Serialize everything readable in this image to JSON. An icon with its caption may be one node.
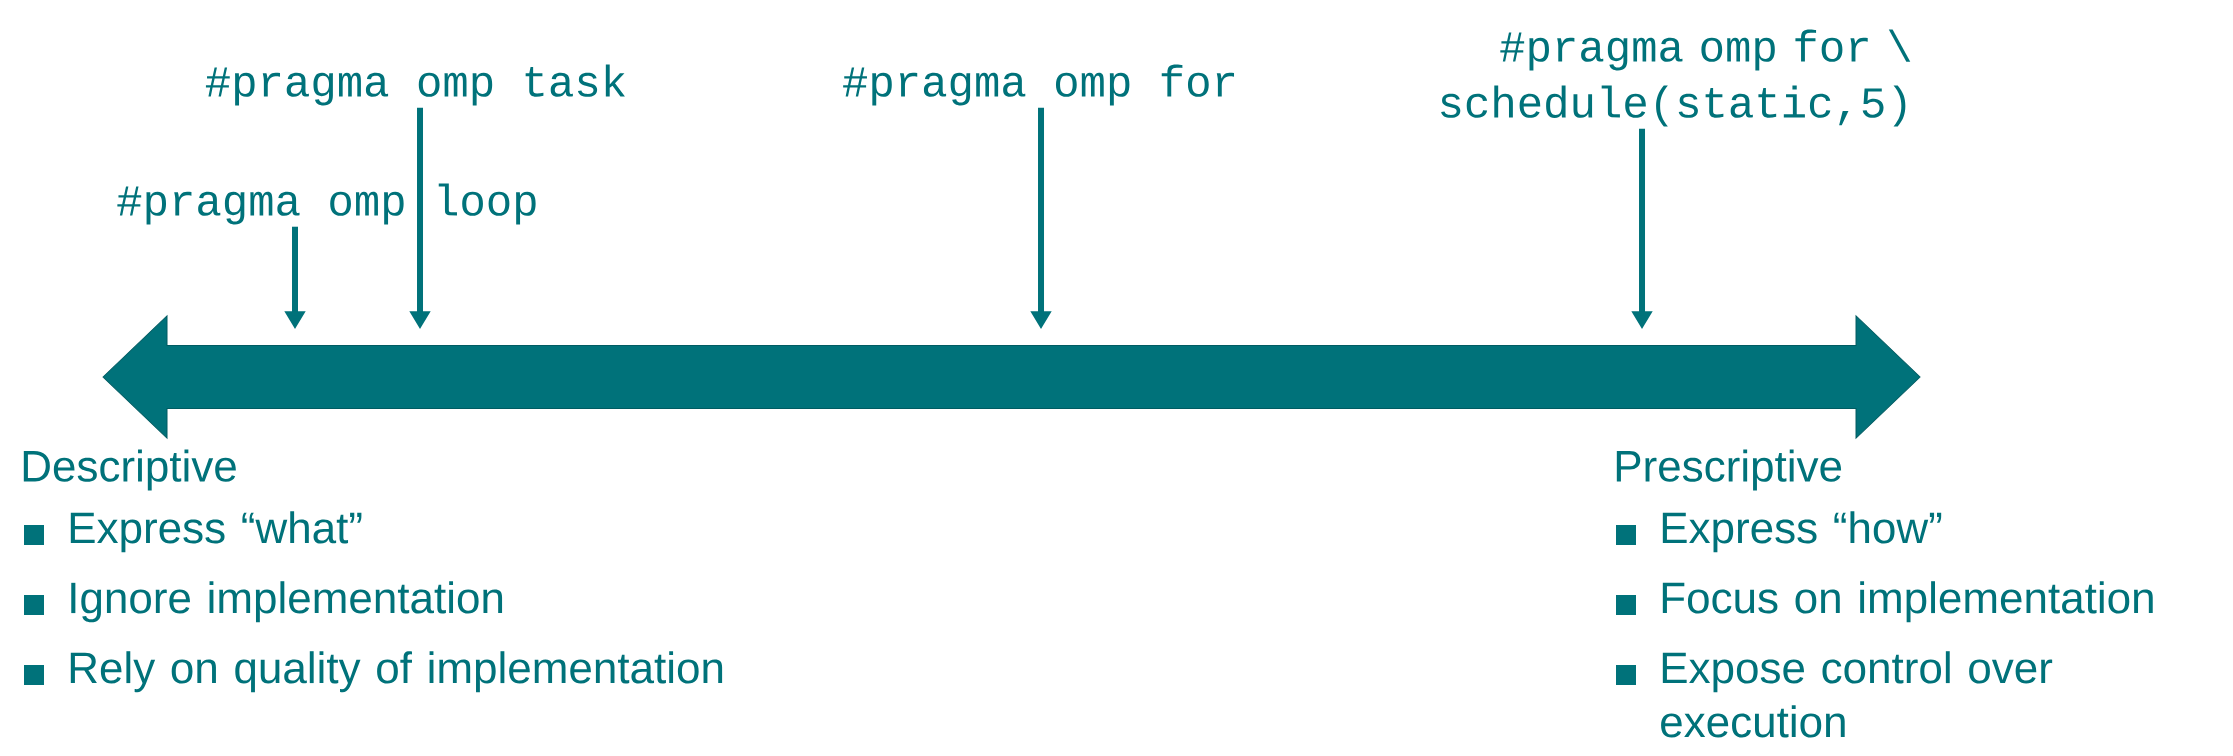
{
  "diagram": {
    "nodes": [
      {
        "text": [
          "#pragma omp task"
        ]
      },
      {
        "text": [
          "#pragma omp loop"
        ]
      },
      {
        "text": [
          "#pragma omp for"
        ]
      },
      {
        "text": [
          "#pragma omp for \\ schedule(static,5)"
        ]
      },
      {
        "text": [],
        "shape": "arrow"
      }
    ],
    "edges": [
      {
        "from": 0,
        "to": 4,
        "arrow": "to"
      },
      {
        "from": 1,
        "to": 4,
        "arrow": "to"
      },
      {
        "from": 2,
        "to": 4,
        "arrow": "to"
      },
      {
        "from": 3,
        "to": 4,
        "arrow": "to"
      }
    ],
    "labels": [
      "Descriptive",
      "Express “what”",
      "Ignore implementation",
      "Rely on quality of implementation",
      "Prescriptive",
      "Express “how”",
      "Focus on implementation",
      "Expose control over execution"
    ]
  }
}
